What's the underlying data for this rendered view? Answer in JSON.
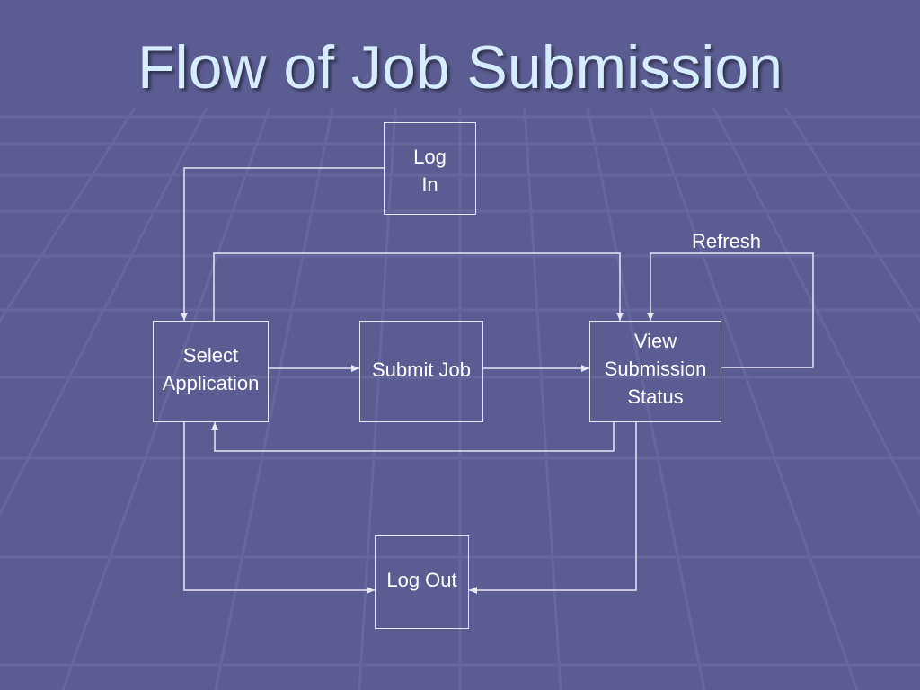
{
  "title": "Flow of Job Submission",
  "nodes": {
    "login": {
      "line1": "Log",
      "line2": "In"
    },
    "select_app": {
      "line1": "Select",
      "line2": "Application"
    },
    "submit_job": {
      "label": "Submit Job"
    },
    "view_status": {
      "line1": "View",
      "line2": "Submission",
      "line3": "Status"
    },
    "logout": {
      "label": "Log Out"
    }
  },
  "edge_labels": {
    "refresh": "Refresh"
  },
  "colors": {
    "background": "#5b5d92",
    "title": "#d6ecff",
    "line": "#e8e8f4",
    "text": "#ffffff"
  }
}
